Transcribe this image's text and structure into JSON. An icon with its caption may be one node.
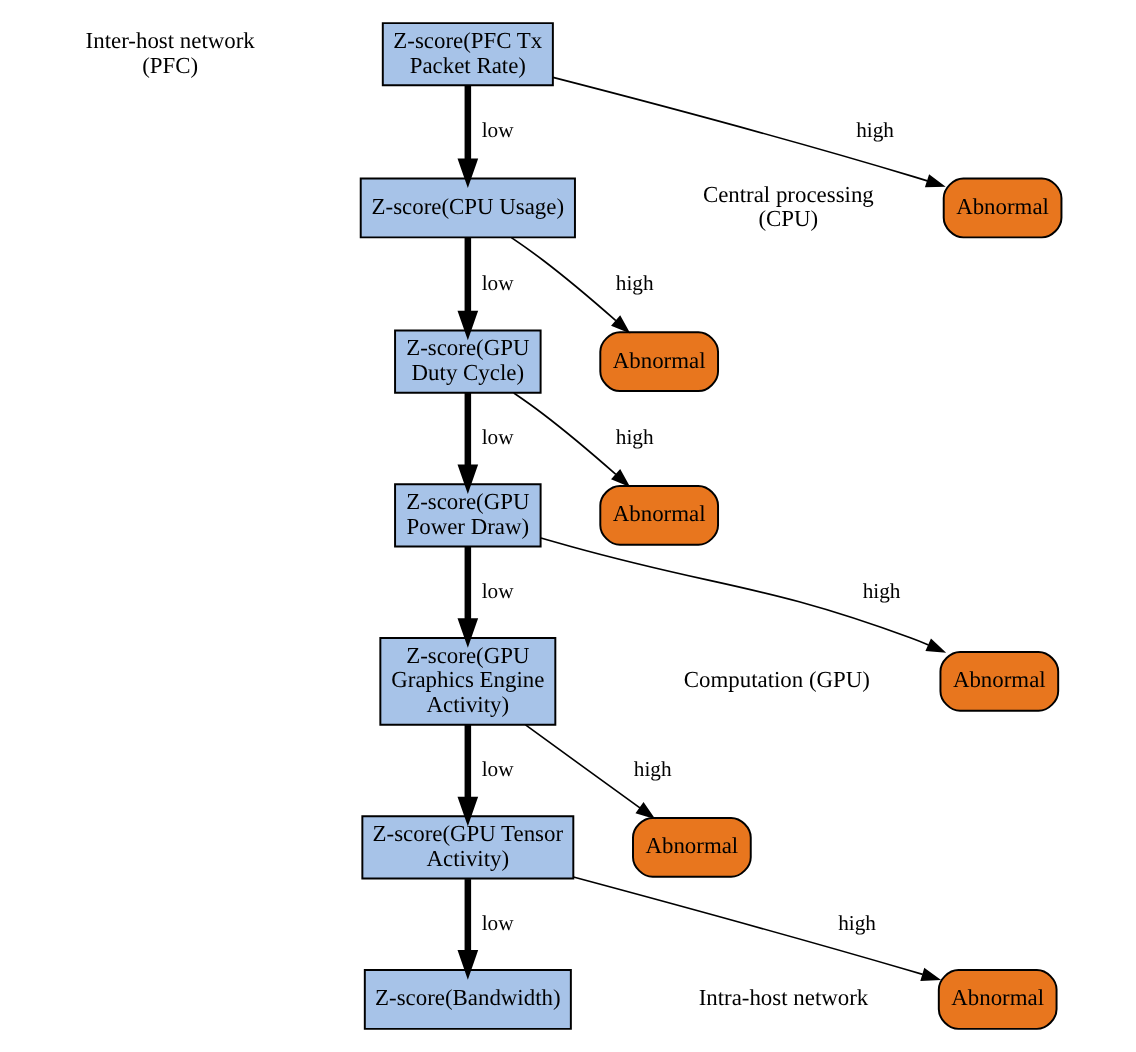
{
  "diagram": {
    "nodes": [
      {
        "text": [
          "Z-score(PFC Tx Packet Rate)"
        ]
      },
      {
        "text": [
          "Z-score(CPU Usage)"
        ]
      },
      {
        "text": [
          "Abnormal"
        ]
      },
      {
        "text": [
          "Z-score(GPU Duty Cycle)"
        ]
      },
      {
        "text": [
          "Abnormal"
        ]
      },
      {
        "text": [
          "Z-score(GPU Power Draw)"
        ]
      },
      {
        "text": [
          "Abnormal"
        ]
      },
      {
        "text": [
          "Z-score(GPU Graphics Engine Activity)"
        ]
      },
      {
        "text": [
          "Abnormal"
        ]
      },
      {
        "text": [
          "Z-score(GPU Tensor Activity)"
        ]
      },
      {
        "text": [
          "Abnormal"
        ]
      },
      {
        "text": [
          "Z-score(Bandwidth)"
        ]
      },
      {
        "text": [
          "Abnormal"
        ]
      }
    ],
    "edges": [
      {
        "from": 0,
        "to": 1,
        "arrow": "to",
        "label": "low",
        "style": "thick"
      },
      {
        "from": 0,
        "to": 2,
        "arrow": "to",
        "label": "high"
      },
      {
        "from": 1,
        "to": 3,
        "arrow": "to",
        "label": "low",
        "style": "thick"
      },
      {
        "from": 1,
        "to": 4,
        "arrow": "to",
        "label": "high"
      },
      {
        "from": 3,
        "to": 5,
        "arrow": "to",
        "label": "low",
        "style": "thick"
      },
      {
        "from": 3,
        "to": 6,
        "arrow": "to",
        "label": "high"
      },
      {
        "from": 5,
        "to": 7,
        "arrow": "to",
        "label": "low",
        "style": "thick"
      },
      {
        "from": 5,
        "to": 8,
        "arrow": "to",
        "label": "high"
      },
      {
        "from": 7,
        "to": 9,
        "arrow": "to",
        "label": "low",
        "style": "thick"
      },
      {
        "from": 7,
        "to": 10,
        "arrow": "to",
        "label": "high"
      },
      {
        "from": 9,
        "to": 11,
        "arrow": "to",
        "label": "low",
        "style": "thick"
      },
      {
        "from": 9,
        "to": 12,
        "arrow": "to",
        "label": "high"
      }
    ],
    "labels": [
      "Inter-host network (PFC)",
      "Central processing (CPU)",
      "Computation (GPU)",
      "Intra-host network"
    ]
  }
}
